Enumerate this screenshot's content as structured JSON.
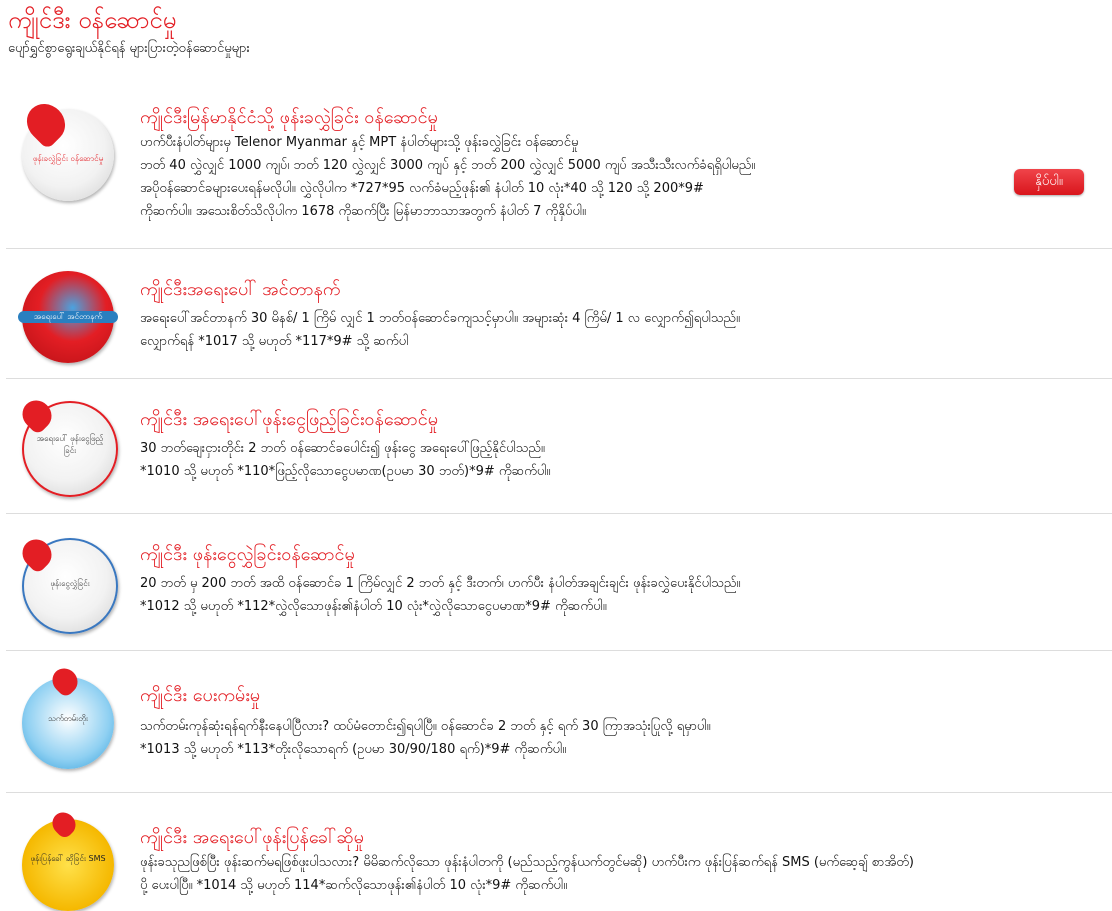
{
  "header": {
    "title": "ကျိုင်ဒီး ဝန်ဆောင်မှု",
    "subtitle": "ပျော်ရွှင်စွာရွေးချယ်နိုင်ရန် များပြားတဲ့ဝန်ဆောင်မှုများ"
  },
  "accent_color": "#e31e24",
  "services": [
    {
      "title": "ကျိုင်ဒီးမြန်မာနိုင်ငံသို့ ဖုန်းခလွှဲခြင်း ဝန်ဆောင်မှု",
      "icon": "balance-transfer-myanmar-icon",
      "icon_text": "ဖုန်းခလွှဲခြင်း ဝန်ဆောင်မှု",
      "lines": [
        "ဟက်ပီးနံပါတ်များမှ Telenor Myanmar နှင့် MPT နံပါတ်များသို့ ဖုန်းခလွှဲခြင်း ဝန်ဆောင်မှု",
        "ဘတ် 40 လွှဲလျှင် 1000 ကျပ်၊ ဘတ် 120 လွှဲလျှင် 3000 ကျပ် နှင့် ဘတ် 200 လွှဲလျှင် 5000 ကျပ် အသီးသီးလက်ခံရရှိပါမည်။",
        "အပိုဝန်ဆောင်ခများပေးရန်မလိုပါ။ လွှဲလိုပါက *727*95 လက်ခံမည့်ဖုန်း၏ နံပါတ် 10 လုံး*40 သို့ 120 သို့ 200*9#",
        "ကိုဆက်ပါ။ အသေးစိတ်သိလိုပါက 1678 ကိုဆက်ပြီး မြန်မာဘာသာအတွက် နံပါတ် 7 ကိုနှိပ်ပါ။"
      ],
      "button_label": "နှိပ်ပါ။"
    },
    {
      "title": "ကျိုင်ဒီးအရေးပေါ် အင်တာနက်",
      "icon": "emergency-internet-icon",
      "icon_text": "အရေးပေါ် အင်တာနက်",
      "lines": [
        "အရေးပေါ်အင်တာနက် 30 မိနစ်/ 1 ကြိမ် လျှင် 1 ဘတ်ဝန်ဆောင်ခကျသင့်မှာပါ။ အများဆုံး 4 ကြိမ်/ 1 လ လျှောက်၍ရပါသည်။",
        "လျှောက်ရန် *1017 သို့ မဟုတ် *117*9# သို့ ဆက်ပါ"
      ]
    },
    {
      "title": "ကျိုင်ဒီး အရေးပေါ်ဖုန်းငွေဖြည့်ခြင်းဝန်ဆောင်မှု",
      "icon": "emergency-topup-icon",
      "icon_text": "အရေးပေါ် ဖုန်းငွေဖြည့်ခြင်း",
      "lines": [
        "30 ဘတ်ချေးငှားတိုင်း 2 ဘတ် ဝန်ဆောင်ခပေါင်း၍ ဖုန်းငွေ အရေးပေါ်ဖြည့်နိုင်ပါသည်။",
        "*1010 သို့ မဟုတ် *110*ဖြည့်လိုသောငွေပမာဏ(ဥပမာ 30 ဘတ်)*9# ကိုဆက်ပါ။"
      ]
    },
    {
      "title": "ကျိုင်ဒီး ဖုန်းငွေလွှဲခြင်းဝန်ဆောင်မှု",
      "icon": "credit-transfer-icon",
      "icon_text": "ဖုန်းငွေလွှဲခြင်း",
      "lines": [
        "20 ဘတ် မှ 200 ဘတ် အထိ ဝန်ဆောင်ခ 1 ကြိမ်လျှင် 2 ဘတ် နှင့် ဒီးတက်၊ ဟက်ပီး နံပါတ်အချင်းချင်း ဖုန်းခလွှဲပေးနိုင်ပါသည်။",
        "*1012 သို့ မဟုတ် *112*လွှဲလိုသောဖုန်း၏နံပါတ် 10 လုံး*လွှဲလိုသောငွေပမာဏ*9# ကိုဆက်ပါ။"
      ]
    },
    {
      "title": "ကျိုင်ဒီး ပေးကမ်းမှု",
      "icon": "validity-extension-icon",
      "icon_text": "သက်တမ်းတိုး",
      "lines": [
        "သက်တမ်းကုန်ဆုံးရန်ရက်နီးနေပါပြီလား? ထပ်မံတောင်း၍ရပါပြီ။ ဝန်ဆောင်ခ 2 ဘတ် နှင့် ရက် 30 ကြာအသုံးပြုလို့ ရမှာပါ။",
        "*1013 သို့ မဟုတ် *113*တိုးလိုသောရက် (ဥပမာ 30/90/180 ရက်)*9# ကိုဆက်ပါ။"
      ]
    },
    {
      "title": "ကျိုင်ဒီး အရေးပေါ်ဖုန်းပြန်ခေါ်ဆိုမှု",
      "icon": "call-me-back-icon",
      "icon_text": "ဖုန်းပြန်ခေါ် ဆိုခြင်း SMS",
      "lines": [
        "ဖုန်းခသုညဖြစ်ပြီး ဖုန်းဆက်မရဖြစ်ဖူးပါသလား? မိမိဆက်လိုသော ဖုန်းနံပါတကို (မည်သည့်ကွန်ယက်တွင်မဆို) ဟက်ပီးက ဖုန်းပြန်ဆက်ရန် SMS (မက်ဆေ့ချ် စာအိတ်)",
        "ပို့ ပေးပါပြီ။ *1014 သို့ မဟုတ် 114*ဆက်လိုသောဖုန်း၏နံပါတ် 10 လုံး*9# ကိုဆက်ပါ။"
      ]
    }
  ]
}
